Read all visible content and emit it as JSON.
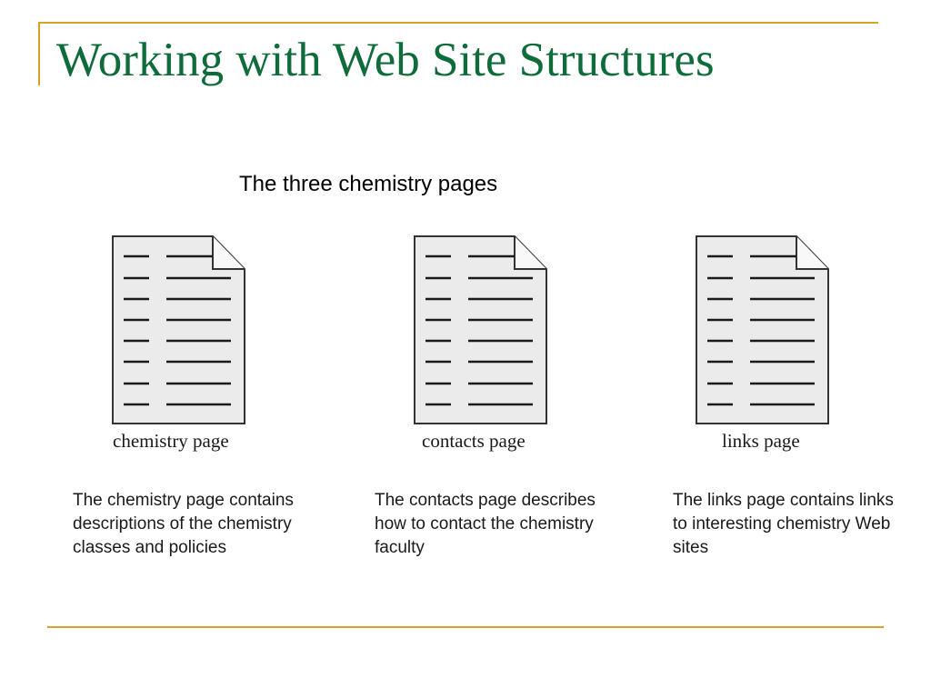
{
  "slide": {
    "title": "Working with Web Site Structures",
    "subtitle": "The three chemistry pages"
  },
  "pages": [
    {
      "label": "chemistry page",
      "description": "The chemistry page contains descriptions of the chemistry classes and policies"
    },
    {
      "label": "contacts page",
      "description": "The contacts page describes how to contact the chemistry faculty"
    },
    {
      "label": "links page",
      "description": "The links page contains links to interesting chemistry Web sites"
    }
  ],
  "colors": {
    "title": "#0e6b3a",
    "accent_rule": "#d7a22a",
    "page_fill": "#ebebeb",
    "page_stroke": "#333333"
  },
  "icons": {
    "page": "document-icon"
  }
}
